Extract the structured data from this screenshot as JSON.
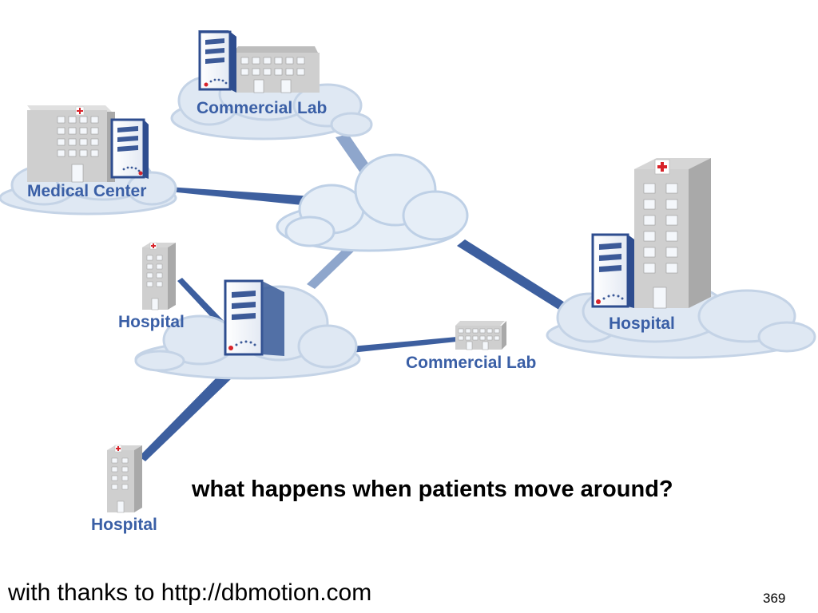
{
  "colors": {
    "label_text": "#3a5fa6",
    "link": "#3d5f9f",
    "cloud_fill": "#dfe8f3",
    "cloud_edge": "#b9cbe0",
    "building_face": "#cfcfcf",
    "building_side": "#a9a9a9",
    "window": "#f4f7fb",
    "server_stripe": "#3c5a98",
    "cross": "#d8232a"
  },
  "icons": [
    "server-icon",
    "building-icon",
    "red-cross-icon",
    "cloud-icon"
  ],
  "diagram": {
    "nodes": [
      {
        "id": "commercial-lab-top",
        "label": "Commercial Lab"
      },
      {
        "id": "medical-center",
        "label": "Medical Center"
      },
      {
        "id": "hospital-large",
        "label": "Hospital"
      },
      {
        "id": "hospital-small-left",
        "label": "Hospital"
      },
      {
        "id": "commercial-lab-mid",
        "label": "Commercial Lab"
      },
      {
        "id": "hospital-bottom",
        "label": "Hospital"
      }
    ],
    "question": "what happens when patients move around?"
  },
  "footer": {
    "credit": "with thanks to http://dbmotion.com",
    "page_number": "369"
  }
}
